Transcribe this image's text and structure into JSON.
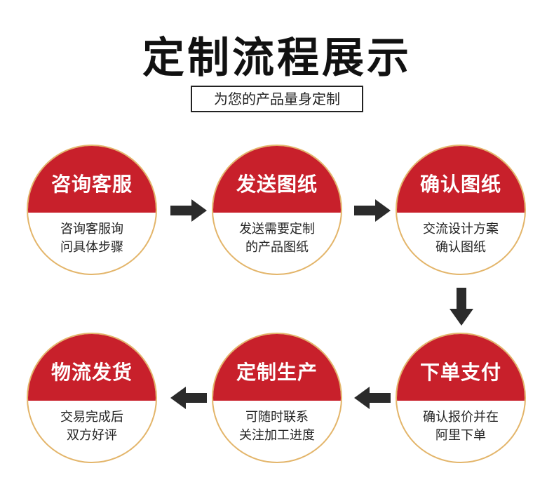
{
  "header": {
    "title": "定制流程展示",
    "subtitle": "为您的产品量身定制"
  },
  "steps": [
    {
      "title": "咨询客服",
      "line1": "咨询客服询",
      "line2": "问具体步骤"
    },
    {
      "title": "发送图纸",
      "line1": "发送需要定制",
      "line2": "的产品图纸"
    },
    {
      "title": "确认图纸",
      "line1": "交流设计方案",
      "line2": "确认图纸"
    },
    {
      "title": "下单支付",
      "line1": "确认报价并在",
      "line2": "阿里下单"
    },
    {
      "title": "定制生产",
      "line1": "可随时联系",
      "line2": "关注加工进度"
    },
    {
      "title": "物流发货",
      "line1": "交易完成后",
      "line2": "双方好评"
    }
  ],
  "colors": {
    "accent_red": "#c8202b",
    "ring_gold": "#e3b56a",
    "arrow_dark": "#2b2b2b"
  },
  "icons": [
    "arrow-right-icon",
    "arrow-down-icon",
    "arrow-left-icon"
  ]
}
